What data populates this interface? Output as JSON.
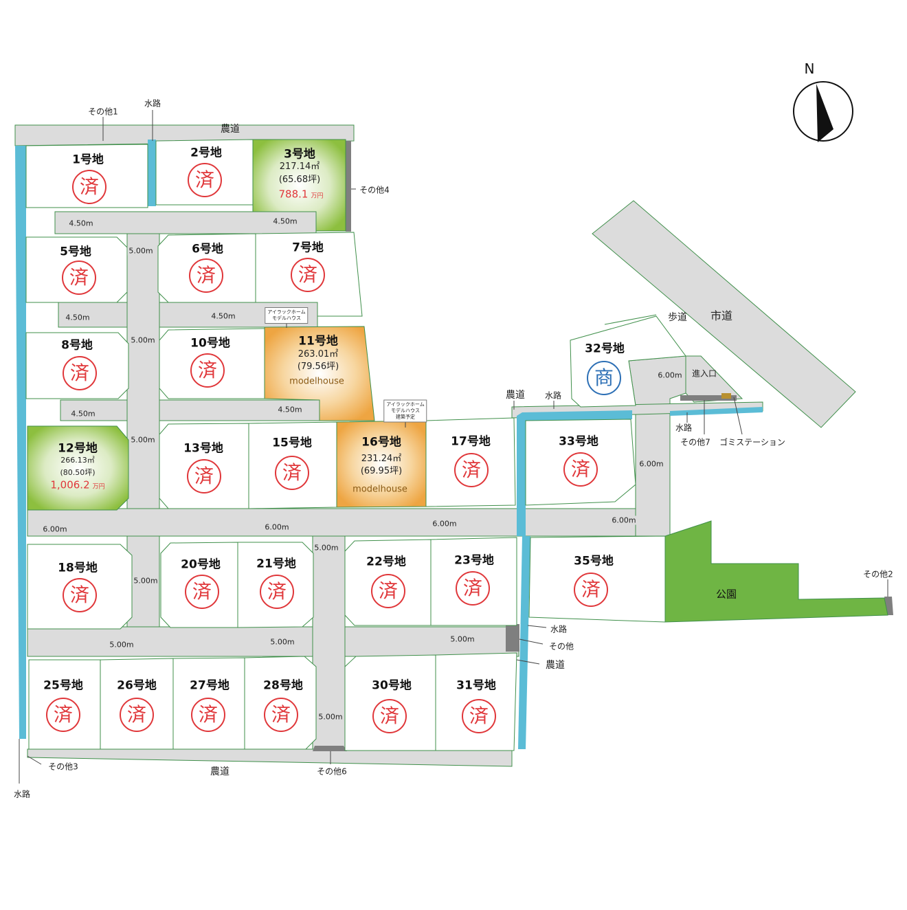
{
  "compass": {
    "label": "N"
  },
  "roads": {
    "farm_top": "農道",
    "farm_bottom": "農道",
    "farm_east": "農道",
    "farm_mid": "農道",
    "city_road": "市道",
    "sidewalk": "歩道",
    "entrance": "進入口"
  },
  "water": {
    "top": "水路",
    "left_bottom": "水路",
    "mid": "水路",
    "right": "水路",
    "east_lower": "水路"
  },
  "others": {
    "o1": "その他1",
    "o2": "その他2",
    "o3": "その他3",
    "o4": "その他4",
    "o6": "その他6",
    "o7": "その他7",
    "o_plain": "その他",
    "garbage": "ゴミステーション"
  },
  "park": "公園",
  "dims": {
    "d450a": "4.50m",
    "d450b": "4.50m",
    "d450c": "4.50m",
    "d450d": "4.50m",
    "d450e": "4.50m",
    "d450f": "4.50m",
    "d500a": "5.00m",
    "d500b": "5.00m",
    "d500c": "5.00m",
    "d500d": "5.00m",
    "d500e": "5.00m",
    "d500f": "5.00m",
    "d500g": "5.00m",
    "d500h": "5.00m",
    "d500i": "5.00m",
    "d600a": "6.00m",
    "d600b": "6.00m",
    "d600c": "6.00m",
    "d600d": "6.00m",
    "d600e": "6.00m",
    "d600f": "6.00m"
  },
  "callouts": {
    "c11_line1": "アイラックホーム",
    "c11_line2": "モデルハウス",
    "c16_line1": "アイラックホーム",
    "c16_line2": "モデルハウス",
    "c16_line3": "建築予定"
  },
  "lots": {
    "l1": {
      "name": "1号地",
      "status": "済"
    },
    "l2": {
      "name": "2号地",
      "status": "済"
    },
    "l3": {
      "name": "3号地",
      "area_m2": "217.14㎡",
      "area_tsubo": "(65.68坪)",
      "price": "788.1",
      "unit": "万円"
    },
    "l5": {
      "name": "5号地",
      "status": "済"
    },
    "l6": {
      "name": "6号地",
      "status": "済"
    },
    "l7": {
      "name": "7号地",
      "status": "済"
    },
    "l8": {
      "name": "8号地",
      "status": "済"
    },
    "l10": {
      "name": "10号地",
      "status": "済"
    },
    "l11": {
      "name": "11号地",
      "area_m2": "263.01㎡",
      "area_tsubo": "(79.56坪)",
      "tag": "modelhouse"
    },
    "l12": {
      "name": "12号地",
      "area_m2": "266.13㎡",
      "area_tsubo": "(80.50坪)",
      "price": "1,006.2",
      "unit": "万円"
    },
    "l13": {
      "name": "13号地",
      "status": "済"
    },
    "l15": {
      "name": "15号地",
      "status": "済"
    },
    "l16": {
      "name": "16号地",
      "area_m2": "231.24㎡",
      "area_tsubo": "(69.95坪)",
      "tag": "modelhouse"
    },
    "l17": {
      "name": "17号地",
      "status": "済"
    },
    "l18": {
      "name": "18号地",
      "status": "済"
    },
    "l20": {
      "name": "20号地",
      "status": "済"
    },
    "l21": {
      "name": "21号地",
      "status": "済"
    },
    "l22": {
      "name": "22号地",
      "status": "済"
    },
    "l23": {
      "name": "23号地",
      "status": "済"
    },
    "l25": {
      "name": "25号地",
      "status": "済"
    },
    "l26": {
      "name": "26号地",
      "status": "済"
    },
    "l27": {
      "name": "27号地",
      "status": "済"
    },
    "l28": {
      "name": "28号地",
      "status": "済"
    },
    "l30": {
      "name": "30号地",
      "status": "済"
    },
    "l31": {
      "name": "31号地",
      "status": "済"
    },
    "l32": {
      "name": "32号地",
      "status": "商"
    },
    "l33": {
      "name": "33号地",
      "status": "済"
    },
    "l35": {
      "name": "35号地",
      "status": "済"
    }
  },
  "colors": {
    "road": "#dcdcdc",
    "lot_border": "#3f8f4a",
    "water": "#5bbcd6",
    "available": "#8dbf3f",
    "modelhouse": "#eea542",
    "park": "#6fb544",
    "sold_stamp": "#e0373a",
    "commercial_stamp": "#2c6fb5"
  }
}
